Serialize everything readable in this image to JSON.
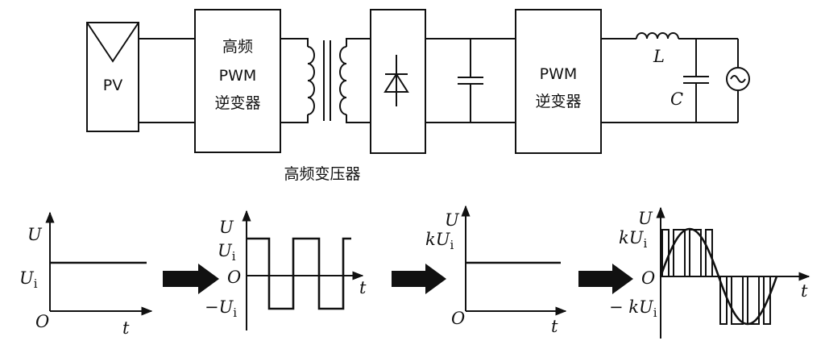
{
  "circuit": {
    "pv_label": "PV",
    "hf_inverter": {
      "line1": "高频",
      "line2": "PWM",
      "line3": "逆变器"
    },
    "transformer_caption": "高频变压器",
    "pwm_inverter": {
      "line1": "PWM",
      "line2": "逆变器"
    },
    "inductor_label": "L",
    "capacitor_label": "C"
  },
  "waveforms": {
    "g1": {
      "y_axis": "U",
      "level": "U",
      "level_sub": "i",
      "origin": "O",
      "t_axis": "t"
    },
    "g2": {
      "y_axis": "U",
      "level": "U",
      "level_sub": "i",
      "neg": "−U",
      "neg_sub": "i",
      "origin": "O",
      "t_axis": "t"
    },
    "g3": {
      "y_axis": "U",
      "level": "kU",
      "level_sub": "i",
      "origin": "O",
      "t_axis": "t"
    },
    "g4": {
      "y_axis": "U",
      "level": "kU",
      "level_sub": "i",
      "neg": "− kU",
      "neg_sub": "i",
      "origin": "O",
      "t_axis": "t"
    }
  },
  "colors": {
    "ink": "#111111",
    "background": "#ffffff"
  },
  "icons": [
    "diode-icon",
    "ac-source-icon",
    "arrow-right-icon"
  ]
}
